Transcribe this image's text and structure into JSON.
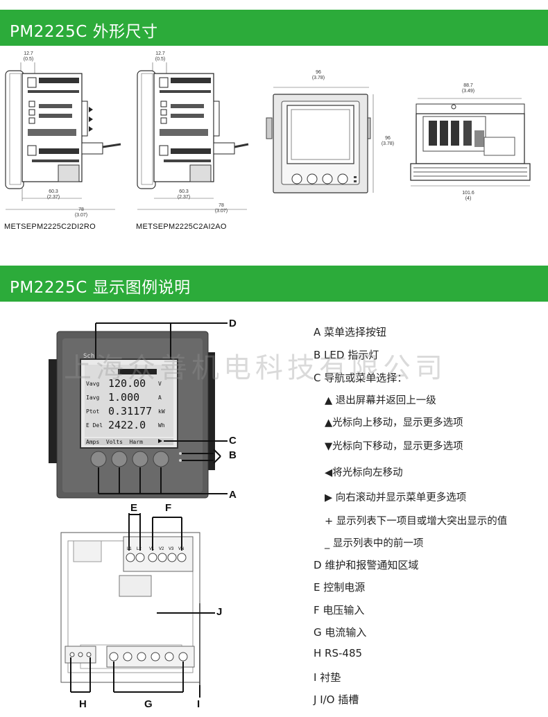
{
  "section1": {
    "title": "PM2225C 外形尺寸"
  },
  "section2": {
    "title": "PM2225C 显示图例说明"
  },
  "dimensions": {
    "side1": {
      "top": "12.7",
      "top_in": "(0.5)",
      "mid": "60.3",
      "mid_in": "(2.37)",
      "bottom": "78",
      "bottom_in": "(3.07)"
    },
    "side2": {
      "top": "12.7",
      "top_in": "(0.5)",
      "mid": "60.3",
      "mid_in": "(2.37)",
      "bottom": "78",
      "bottom_in": "(3.07)"
    },
    "front": {
      "width": "96",
      "width_in": "(3.78)",
      "height": "96",
      "height_in": "(3.78)"
    },
    "topview": {
      "top": "88.7",
      "top_in": "(3.49)",
      "bottom": "101.6",
      "bottom_in": "(4)"
    }
  },
  "models": {
    "left": "METSEPM2225C2DI2RO",
    "right": "METSEPM2225C2AI2AO"
  },
  "watermark": "上海众善机电科技有限公司",
  "display": {
    "brand": "Sch",
    "rows": [
      {
        "label": "Vavg",
        "value": "120.00",
        "unit": "V"
      },
      {
        "label": "Iavg",
        "value": "1.000",
        "unit": "A"
      },
      {
        "label": "Ptot",
        "value": "0.31177",
        "unit": "kW"
      },
      {
        "label": "E Del",
        "value": "2422.0",
        "unit": "Wh"
      }
    ],
    "menu": "Amps  Volts  Harm"
  },
  "callouts": {
    "A": "A",
    "B": "B",
    "C": "C",
    "D": "D",
    "E": "E",
    "F": "F",
    "G": "G",
    "H": "H",
    "I": "I",
    "J": "J"
  },
  "terminals": {
    "l1": "L1",
    "l2": "L2",
    "v1": "V1",
    "v2": "V2",
    "v3": "V3",
    "vn": "VN"
  },
  "legend": [
    "A 菜单选择按钮",
    "B LED 指示灯",
    "C 导航或菜单选择：",
    "▲ 退出屏幕并返回上一级",
    "▲光标向上移动，显示更多选项",
    "▼光标向下移动，显示更多选项",
    "◀将光标向左移动",
    "▶ 向右滚动并显示菜单更多选项",
    "+ 显示列表下一项目或增大突出显示的值",
    "_ 显示列表中的前一项",
    "D  维护和报警通知区域",
    "E  控制电源",
    "F  电压输入",
    "G  电流输入",
    "H   RS-485",
    "I   衬垫",
    "J  I/O 插槽"
  ]
}
